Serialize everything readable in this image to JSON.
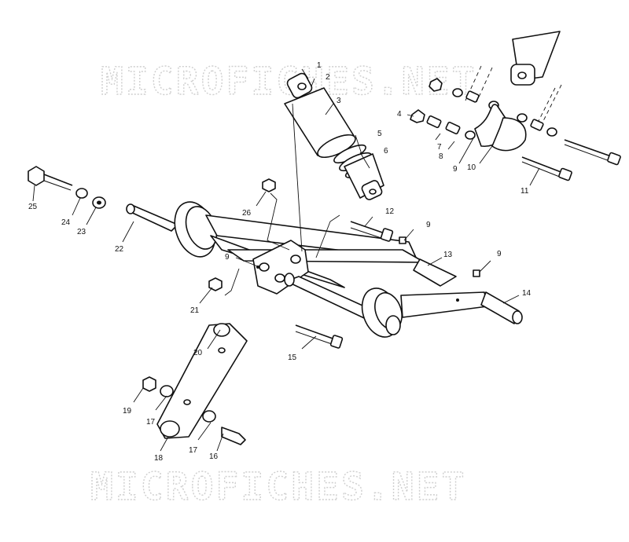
{
  "watermark": {
    "top": "MICROFICHES.NET",
    "bottom": "MICROFICHES.NET"
  },
  "callouts": {
    "c1": "1",
    "c2": "2",
    "c3": "3",
    "c4": "4",
    "c5": "5",
    "c6": "6",
    "c7": "7",
    "c8": "8",
    "c9_top": "9",
    "c10": "10",
    "c11": "11",
    "c12": "12",
    "c9_a": "9",
    "c13": "13",
    "c9_b": "9",
    "c14": "14",
    "c9_c": "9",
    "c15": "15",
    "c16": "16",
    "c17_a": "17",
    "c17_b": "17",
    "c18": "18",
    "c19": "19",
    "c20": "20",
    "c21": "21",
    "c22": "22",
    "c23": "23",
    "c24": "24",
    "c25": "25",
    "c26": "26"
  }
}
